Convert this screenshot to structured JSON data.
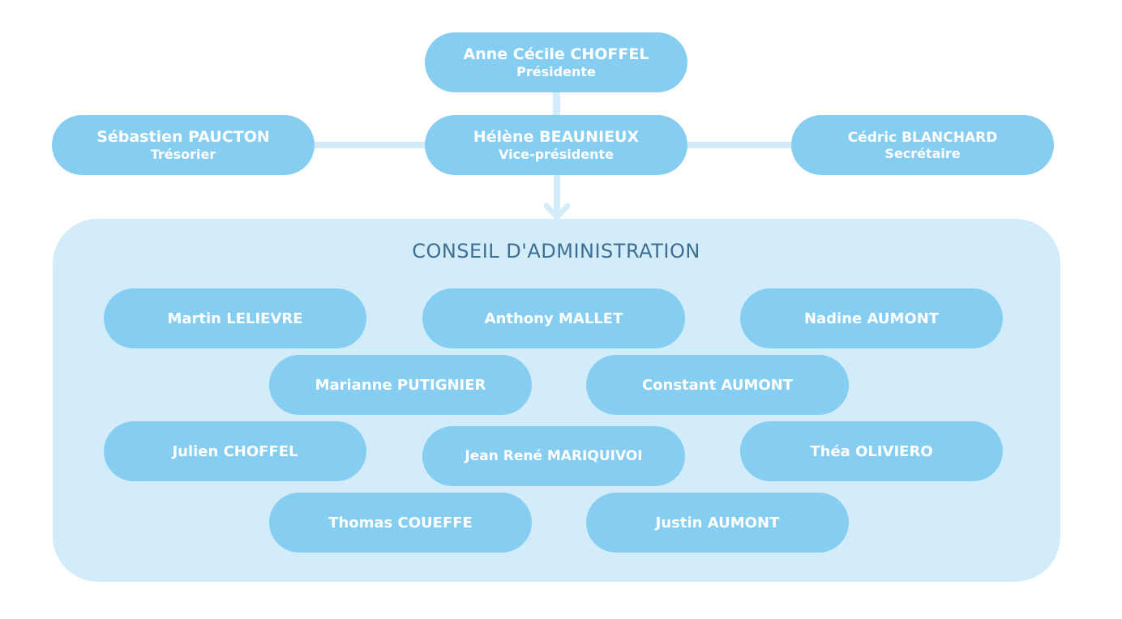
{
  "colors": {
    "pill_fill": "#86cdf2",
    "board_fill": "#d3ecf9",
    "connector": "#d3ecf9",
    "pill_text": "#ffffff",
    "board_title": "#3e6e91"
  },
  "bureau": {
    "president": {
      "name": "Anne Cécile CHOFFEL",
      "role": "Présidente"
    },
    "vice_president": {
      "name": "Hélène BEAUNIEUX",
      "role": "Vice-présidente"
    },
    "treasurer": {
      "name": "Sébastien PAUCTON",
      "role": "Trésorier"
    },
    "secretary": {
      "name": "Cédric BLANCHARD",
      "role": "Secrétaire"
    }
  },
  "board": {
    "title": "CONSEIL D'ADMINISTRATION",
    "members": [
      "Martin LELIEVRE",
      "Anthony MALLET",
      "Nadine AUMONT",
      "Marianne PUTIGNIER",
      "Constant AUMONT",
      "Julien CHOFFEL",
      "Jean René MARIQUIVOI",
      "Théa OLIVIERO",
      "Thomas COUEFFE",
      "Justin AUMONT"
    ]
  }
}
